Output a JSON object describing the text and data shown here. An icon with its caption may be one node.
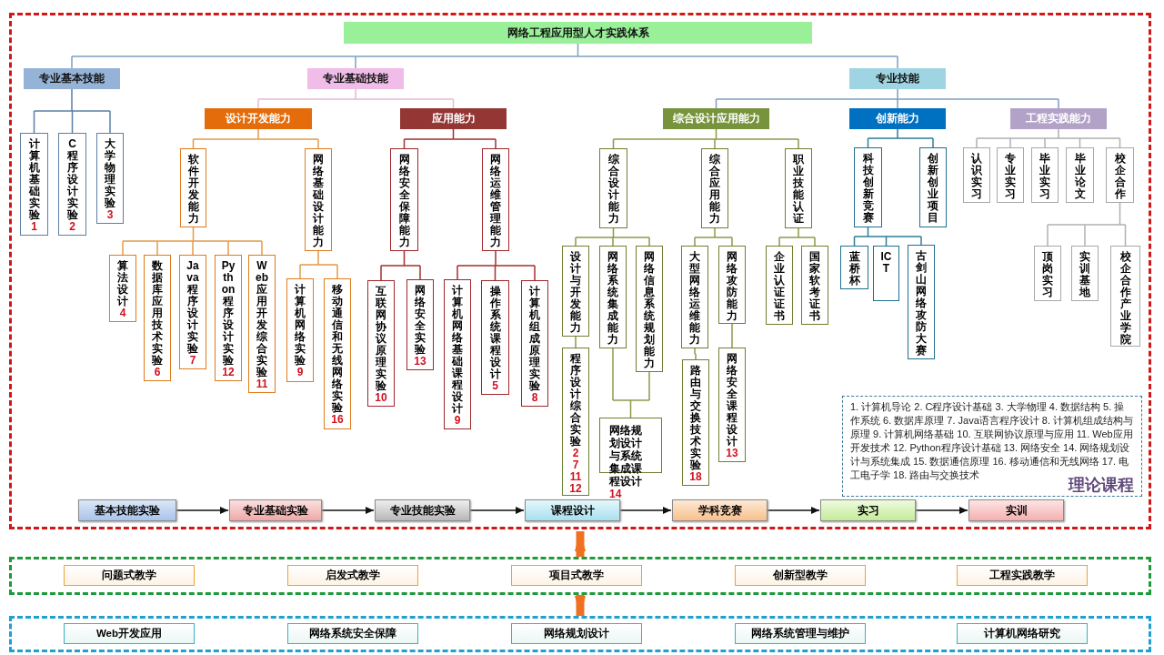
{
  "diagram": {
    "nodes": [
      {
        "text": [],
        "shape": "box"
      },
      {
        "text": [
          "网络工程应用型人才实践体系"
        ],
        "in": 0
      },
      {
        "text": [
          "专业基本技能"
        ],
        "in": 0
      },
      {
        "text": [
          "专业基础技能"
        ],
        "in": 0
      },
      {
        "text": [
          "专业技能"
        ],
        "in": 0
      },
      {
        "text": [
          "设计开发能力"
        ],
        "in": 0
      },
      {
        "text": [
          "应用能力"
        ],
        "in": 0
      },
      {
        "text": [
          "综合设计应用能力"
        ],
        "in": 0
      },
      {
        "text": [
          "创新能力"
        ],
        "in": 0
      },
      {
        "text": [
          "工程实践能力"
        ],
        "in": 0
      },
      {
        "text": [
          "计算机基础实验",
          "1"
        ],
        "in": 0
      },
      {
        "text": [
          "C程序设计实验",
          "2"
        ],
        "in": 0
      },
      {
        "text": [
          "大学物理实验",
          "3"
        ],
        "in": 0
      },
      {
        "text": [
          "软件开发能力"
        ],
        "in": 0
      },
      {
        "text": [
          "网络基础设计能力"
        ],
        "in": 0
      },
      {
        "text": [
          "算法设计",
          "4"
        ],
        "in": 0
      },
      {
        "text": [
          "数据库应用技术实验",
          "6"
        ],
        "in": 0
      },
      {
        "text": [
          "Java程序设计实验",
          "7"
        ],
        "in": 0
      },
      {
        "text": [
          "Python程序设计实验",
          "12"
        ],
        "in": 0
      },
      {
        "text": [
          "Web应用开发综合实验",
          "11"
        ],
        "in": 0
      },
      {
        "text": [
          "计算机网络实验",
          "9"
        ],
        "in": 0
      },
      {
        "text": [
          "移动通信和无线网络实验",
          "16"
        ],
        "in": 0
      },
      {
        "text": [
          "网络安全保障能力"
        ],
        "in": 0
      },
      {
        "text": [
          "网络运维管理能力"
        ],
        "in": 0
      },
      {
        "text": [
          "互联网协议原理实验",
          "10"
        ],
        "in": 0
      },
      {
        "text": [
          "网络安全实验",
          "13"
        ],
        "in": 0
      },
      {
        "text": [
          "计算机网络基础课程设计",
          "9"
        ],
        "in": 0
      },
      {
        "text": [
          "操作系统课程设计",
          "5"
        ],
        "in": 0
      },
      {
        "text": [
          "计算机组成原理实验",
          "8"
        ],
        "in": 0
      },
      {
        "text": [
          "综合设计能力"
        ],
        "in": 0
      },
      {
        "text": [
          "综合应用能力"
        ],
        "in": 0
      },
      {
        "text": [
          "职业技能认证"
        ],
        "in": 0
      },
      {
        "text": [
          "设计与开发能力"
        ],
        "in": 0
      },
      {
        "text": [
          "网络系统集成能力"
        ],
        "in": 0
      },
      {
        "text": [
          "网络信息系统规划能力"
        ],
        "in": 0
      },
      {
        "text": [
          "程序设计综合实验",
          "2 7 11 12"
        ],
        "in": 0
      },
      {
        "text": [
          "网络规划设计与系统集成课程设计",
          "14"
        ],
        "in": 0
      },
      {
        "text": [
          "大型网络运维能力"
        ],
        "in": 0
      },
      {
        "text": [
          "网络攻防能力"
        ],
        "in": 0
      },
      {
        "text": [
          "路由与交换技术实验",
          "18"
        ],
        "in": 0
      },
      {
        "text": [
          "网络安全课程设计",
          "13"
        ],
        "in": 0
      },
      {
        "text": [
          "企业认证证书"
        ],
        "in": 0
      },
      {
        "text": [
          "国家软考证书"
        ],
        "in": 0
      },
      {
        "text": [
          "科技创新竞赛"
        ],
        "in": 0
      },
      {
        "text": [
          "创新创业项目"
        ],
        "in": 0
      },
      {
        "text": [
          "蓝桥杯"
        ],
        "in": 0
      },
      {
        "text": [
          "ICT"
        ],
        "in": 0
      },
      {
        "text": [
          "古剑山网络攻防大赛"
        ],
        "in": 0
      },
      {
        "text": [
          "认识实习"
        ],
        "in": 0
      },
      {
        "text": [
          "专业实习"
        ],
        "in": 0
      },
      {
        "text": [
          "毕业实习"
        ],
        "in": 0
      },
      {
        "text": [
          "毕业论文"
        ],
        "in": 0
      },
      {
        "text": [
          "校企合作"
        ],
        "in": 0
      },
      {
        "text": [
          "顶岗实习"
        ],
        "in": 0
      },
      {
        "text": [
          "实训基地"
        ],
        "in": 0
      },
      {
        "text": [
          "校企合作产业学院"
        ],
        "in": 0
      },
      {
        "text": [
          "1. 计算机导论 2. C程序设计基础 3. 大学物理 4. 数据结构 5. 操作系统 6. 数据库原理 7. Java语言程序设计 8. 计算机组成结构与原理 9. 计算机网络基础 10. 互联网协议原理与应用 11. Web应用开发技术 12. Python程序设计基础 13. 网络安全 14. 网络规划设计与系统集成 15. 数据通信原理 16. 移动通信和无线网络 17. 电工电子学 18. 路由与交换技术",
          "理论课程"
        ],
        "in": 0
      },
      {
        "text": [
          "基本技能实验"
        ],
        "in": 0
      },
      {
        "text": [
          "专业基础实验"
        ],
        "in": 0
      },
      {
        "text": [
          "专业技能实验"
        ],
        "in": 0
      },
      {
        "text": [
          "课程设计"
        ],
        "in": 0
      },
      {
        "text": [
          "学科竞赛"
        ],
        "in": 0
      },
      {
        "text": [
          "实习"
        ],
        "in": 0
      },
      {
        "text": [
          "实训"
        ],
        "in": 0
      },
      {
        "text": [],
        "shape": "box"
      },
      {
        "text": [
          "问题式教学"
        ],
        "in": 64
      },
      {
        "text": [
          "启发式教学"
        ],
        "in": 64
      },
      {
        "text": [
          "项目式教学"
        ],
        "in": 64
      },
      {
        "text": [
          "创新型教学"
        ],
        "in": 64
      },
      {
        "text": [
          "工程实践教学"
        ],
        "in": 64
      },
      {
        "text": [],
        "shape": "box"
      },
      {
        "text": [
          "Web开发应用"
        ],
        "in": 70
      },
      {
        "text": [
          "网络系统安全保障"
        ],
        "in": 70
      },
      {
        "text": [
          "网络规划设计"
        ],
        "in": 70
      },
      {
        "text": [
          "网络系统管理与维护"
        ],
        "in": 70
      },
      {
        "text": [
          "计算机网络研究"
        ],
        "in": 70
      }
    ],
    "edges": [
      {
        "from": 1,
        "to": 2,
        "arrow": "none",
        "color": "#7f9ebf"
      },
      {
        "from": 1,
        "to": 3,
        "arrow": "none",
        "color": "#7f9ebf"
      },
      {
        "from": 1,
        "to": 4,
        "arrow": "none",
        "color": "#7f9ebf"
      },
      {
        "from": 2,
        "to": 10,
        "arrow": "none",
        "color": "#5b7fa6"
      },
      {
        "from": 2,
        "to": 11,
        "arrow": "none",
        "color": "#5b7fa6"
      },
      {
        "from": 2,
        "to": 12,
        "arrow": "none",
        "color": "#5b7fa6"
      },
      {
        "from": 3,
        "to": 5,
        "arrow": "none",
        "color": "#e6b8d8"
      },
      {
        "from": 3,
        "to": 6,
        "arrow": "none",
        "color": "#e6b8d8"
      },
      {
        "from": 5,
        "to": 13,
        "arrow": "none",
        "color": "#e49a4a"
      },
      {
        "from": 5,
        "to": 14,
        "arrow": "none",
        "color": "#e49a4a"
      },
      {
        "from": 13,
        "to": 15,
        "arrow": "none",
        "color": "#e49a4a"
      },
      {
        "from": 13,
        "to": 16,
        "arrow": "none",
        "color": "#e49a4a"
      },
      {
        "from": 13,
        "to": 17,
        "arrow": "none",
        "color": "#e49a4a"
      },
      {
        "from": 13,
        "to": 18,
        "arrow": "none",
        "color": "#e49a4a"
      },
      {
        "from": 13,
        "to": 19,
        "arrow": "none",
        "color": "#e49a4a"
      },
      {
        "from": 14,
        "to": 20,
        "arrow": "none",
        "color": "#e49a4a"
      },
      {
        "from": 14,
        "to": 21,
        "arrow": "none",
        "color": "#e49a4a"
      },
      {
        "from": 6,
        "to": 22,
        "arrow": "none",
        "color": "#a0302e"
      },
      {
        "from": 6,
        "to": 23,
        "arrow": "none",
        "color": "#a0302e"
      },
      {
        "from": 22,
        "to": 24,
        "arrow": "none",
        "color": "#a0302e"
      },
      {
        "from": 22,
        "to": 25,
        "arrow": "none",
        "color": "#a0302e"
      },
      {
        "from": 23,
        "to": 26,
        "arrow": "none",
        "color": "#a0302e"
      },
      {
        "from": 23,
        "to": 27,
        "arrow": "none",
        "color": "#a0302e"
      },
      {
        "from": 23,
        "to": 28,
        "arrow": "none",
        "color": "#a0302e"
      },
      {
        "from": 4,
        "to": 7,
        "arrow": "none",
        "color": "#7f9ebf"
      },
      {
        "from": 4,
        "to": 8,
        "arrow": "none",
        "color": "#7f9ebf"
      },
      {
        "from": 4,
        "to": 9,
        "arrow": "none",
        "color": "#7f9ebf"
      },
      {
        "from": 7,
        "to": 29,
        "arrow": "none",
        "color": "#8a9a4a"
      },
      {
        "from": 7,
        "to": 30,
        "arrow": "none",
        "color": "#8a9a4a"
      },
      {
        "from": 7,
        "to": 31,
        "arrow": "none",
        "color": "#8a9a4a"
      },
      {
        "from": 29,
        "to": 32,
        "arrow": "none",
        "color": "#8a9a4a"
      },
      {
        "from": 29,
        "to": 33,
        "arrow": "none",
        "color": "#8a9a4a"
      },
      {
        "from": 29,
        "to": 34,
        "arrow": "none",
        "color": "#8a9a4a"
      },
      {
        "from": 32,
        "to": 35,
        "arrow": "none",
        "color": "#8a9a4a"
      },
      {
        "from": 33,
        "to": 36,
        "arrow": "none",
        "color": "#8a9a4a"
      },
      {
        "from": 34,
        "to": 36,
        "arrow": "none",
        "color": "#8a9a4a"
      },
      {
        "from": 30,
        "to": 37,
        "arrow": "none",
        "color": "#8a9a4a"
      },
      {
        "from": 30,
        "to": 38,
        "arrow": "none",
        "color": "#8a9a4a"
      },
      {
        "from": 37,
        "to": 39,
        "arrow": "none",
        "color": "#8a9a4a"
      },
      {
        "from": 38,
        "to": 40,
        "arrow": "none",
        "color": "#8a9a4a"
      },
      {
        "from": 31,
        "to": 41,
        "arrow": "none",
        "color": "#8a9a4a"
      },
      {
        "from": 31,
        "to": 42,
        "arrow": "none",
        "color": "#8a9a4a"
      },
      {
        "from": 8,
        "to": 43,
        "arrow": "none",
        "color": "#2e7f99"
      },
      {
        "from": 8,
        "to": 44,
        "arrow": "none",
        "color": "#2e7f99"
      },
      {
        "from": 43,
        "to": 45,
        "arrow": "none",
        "color": "#2e7f99"
      },
      {
        "from": 43,
        "to": 46,
        "arrow": "none",
        "color": "#2e7f99"
      },
      {
        "from": 43,
        "to": 47,
        "arrow": "none",
        "color": "#2e7f99"
      },
      {
        "from": 9,
        "to": 48,
        "arrow": "none",
        "color": "#b0b0b0"
      },
      {
        "from": 9,
        "to": 49,
        "arrow": "none",
        "color": "#b0b0b0"
      },
      {
        "from": 9,
        "to": 50,
        "arrow": "none",
        "color": "#b0b0b0"
      },
      {
        "from": 9,
        "to": 51,
        "arrow": "none",
        "color": "#b0b0b0"
      },
      {
        "from": 9,
        "to": 52,
        "arrow": "none",
        "color": "#b0b0b0"
      },
      {
        "from": 52,
        "to": 53,
        "arrow": "none",
        "color": "#b0b0b0"
      },
      {
        "from": 52,
        "to": 54,
        "arrow": "none",
        "color": "#b0b0b0"
      },
      {
        "from": 52,
        "to": 55,
        "arrow": "none",
        "color": "#b0b0b0"
      },
      {
        "from": 57,
        "to": 58,
        "arrow": "to",
        "color": "#111111"
      },
      {
        "from": 58,
        "to": 59,
        "arrow": "to",
        "color": "#111111"
      },
      {
        "from": 59,
        "to": 60,
        "arrow": "to",
        "color": "#111111"
      },
      {
        "from": 60,
        "to": 61,
        "arrow": "to",
        "color": "#111111"
      },
      {
        "from": 61,
        "to": 62,
        "arrow": "to",
        "color": "#111111"
      },
      {
        "from": 62,
        "to": 63,
        "arrow": "to",
        "color": "#111111"
      },
      {
        "from": 64,
        "to": 0,
        "arrow": "to",
        "style": "thick",
        "color": "#f07020"
      },
      {
        "from": 64,
        "to": 70,
        "arrow": "to",
        "style": "thick",
        "color": "#f07020"
      }
    ]
  }
}
